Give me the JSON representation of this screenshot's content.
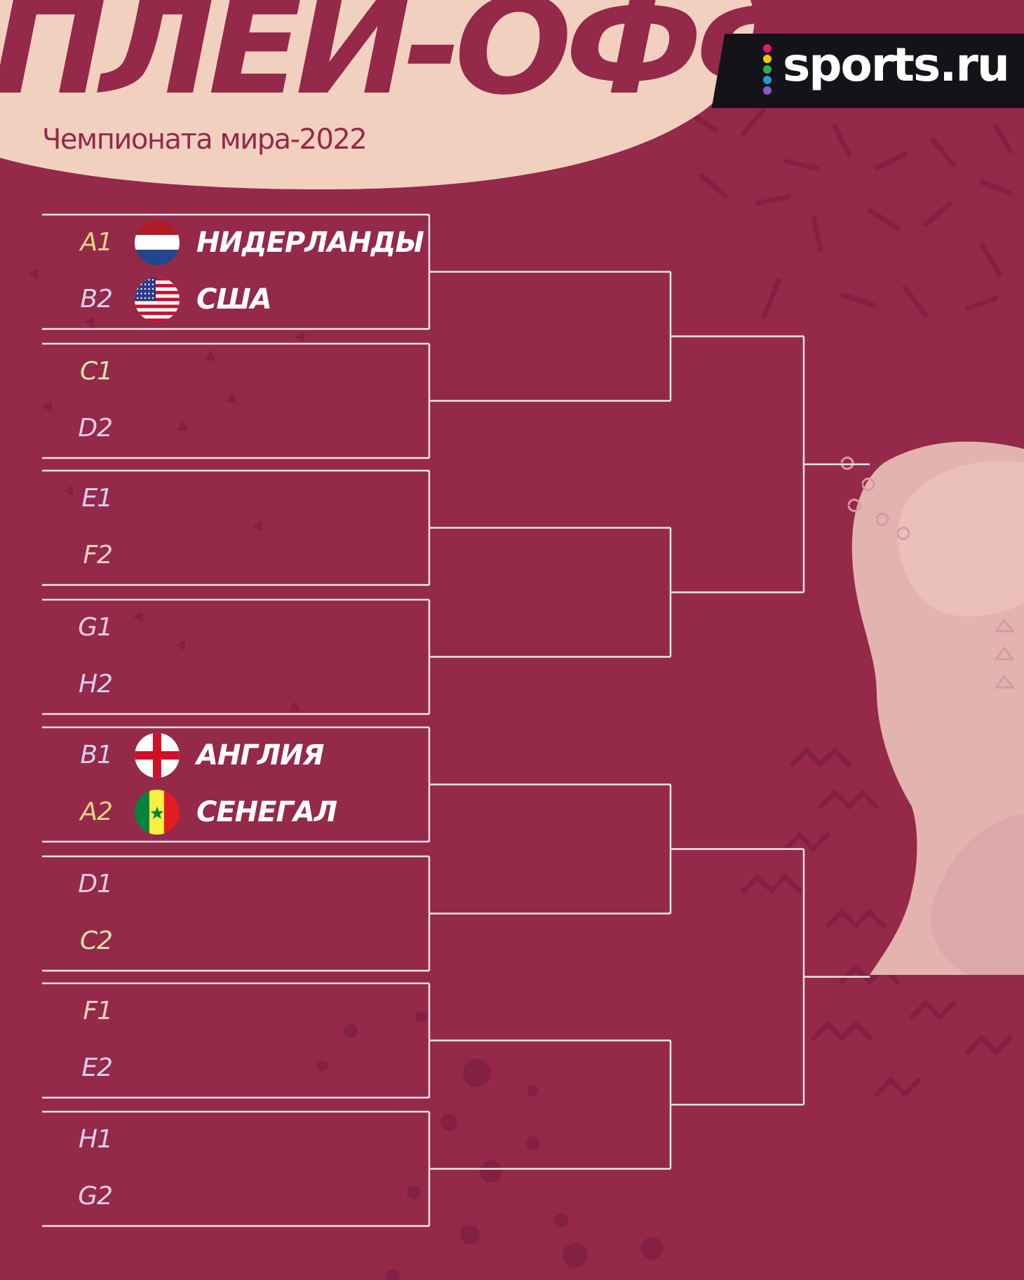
{
  "header": {
    "title": "ПЛЕЙ-ОФФ",
    "subtitle": "Чемпионата мира-2022",
    "logo_text": "sports.ru",
    "logo_dot_colors": [
      "#e0196e",
      "#f7c600",
      "#2ab04a",
      "#1e9be0",
      "#8a5cc4"
    ]
  },
  "colors": {
    "background": "#94294a",
    "header_blob": "#f2d0c0",
    "bracket_line": "#f1e6ea",
    "seed_gold": "#e8d28a",
    "seed_lavender": "#d8d0ee",
    "seed_green": "#d9e6a6",
    "seed_peach": "#f0d3b8",
    "seed_pink": "#e8cce4"
  },
  "bracket": {
    "matches": [
      {
        "top": {
          "seed": "A1",
          "seed_color": "seed_gold",
          "team": "НИДЕРЛАНДЫ",
          "flag_icon": "netherlands-flag-icon"
        },
        "bottom": {
          "seed": "B2",
          "seed_color": "seed_lavender",
          "team": "США",
          "flag_icon": "usa-flag-icon"
        }
      },
      {
        "top": {
          "seed": "C1",
          "seed_color": "seed_green",
          "team": "",
          "flag_icon": ""
        },
        "bottom": {
          "seed": "D2",
          "seed_color": "seed_pink",
          "team": "",
          "flag_icon": ""
        }
      },
      {
        "top": {
          "seed": "E1",
          "seed_color": "seed_lavender",
          "team": "",
          "flag_icon": ""
        },
        "bottom": {
          "seed": "F2",
          "seed_color": "seed_peach",
          "team": "",
          "flag_icon": ""
        }
      },
      {
        "top": {
          "seed": "G1",
          "seed_color": "seed_pink",
          "team": "",
          "flag_icon": ""
        },
        "bottom": {
          "seed": "H2",
          "seed_color": "seed_lavender",
          "team": "",
          "flag_icon": ""
        }
      },
      {
        "top": {
          "seed": "B1",
          "seed_color": "seed_lavender",
          "team": "АНГЛИЯ",
          "flag_icon": "england-flag-icon"
        },
        "bottom": {
          "seed": "A2",
          "seed_color": "seed_gold",
          "team": "СЕНЕГАЛ",
          "flag_icon": "senegal-flag-icon"
        }
      },
      {
        "top": {
          "seed": "D1",
          "seed_color": "seed_pink",
          "team": "",
          "flag_icon": ""
        },
        "bottom": {
          "seed": "C2",
          "seed_color": "seed_green",
          "team": "",
          "flag_icon": ""
        }
      },
      {
        "top": {
          "seed": "F1",
          "seed_color": "seed_peach",
          "team": "",
          "flag_icon": ""
        },
        "bottom": {
          "seed": "E2",
          "seed_color": "seed_lavender",
          "team": "",
          "flag_icon": ""
        }
      },
      {
        "top": {
          "seed": "H1",
          "seed_color": "seed_lavender",
          "team": "",
          "flag_icon": ""
        },
        "bottom": {
          "seed": "G2",
          "seed_color": "seed_pink",
          "team": "",
          "flag_icon": ""
        }
      }
    ]
  },
  "decoration": {
    "trophy_icon": "world-cup-trophy-icon"
  }
}
